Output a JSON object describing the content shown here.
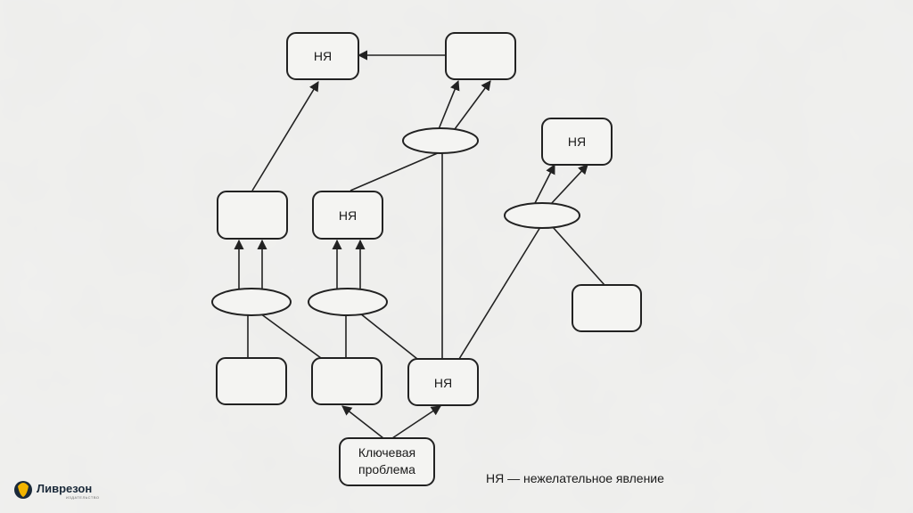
{
  "diagram": {
    "nodes": [
      {
        "id": "top-left",
        "label": "НЯ"
      },
      {
        "id": "top-right",
        "label": ""
      },
      {
        "id": "right-top",
        "label": "НЯ"
      },
      {
        "id": "mid-left",
        "label": ""
      },
      {
        "id": "mid-center",
        "label": "НЯ"
      },
      {
        "id": "right-bottom",
        "label": ""
      },
      {
        "id": "bottom-left",
        "label": ""
      },
      {
        "id": "bottom-center",
        "label": ""
      },
      {
        "id": "bottom-right",
        "label": "НЯ"
      },
      {
        "id": "root",
        "label_line1": "Ключевая",
        "label_line2": "проблема"
      }
    ],
    "legend": "НЯ — нежелательное явление"
  },
  "logo": {
    "name": "Ливрезон",
    "sub": "ИЗДАТЕЛЬСТВО",
    "colors": {
      "outer": "#1b2a3a",
      "accent": "#f2b400"
    }
  }
}
